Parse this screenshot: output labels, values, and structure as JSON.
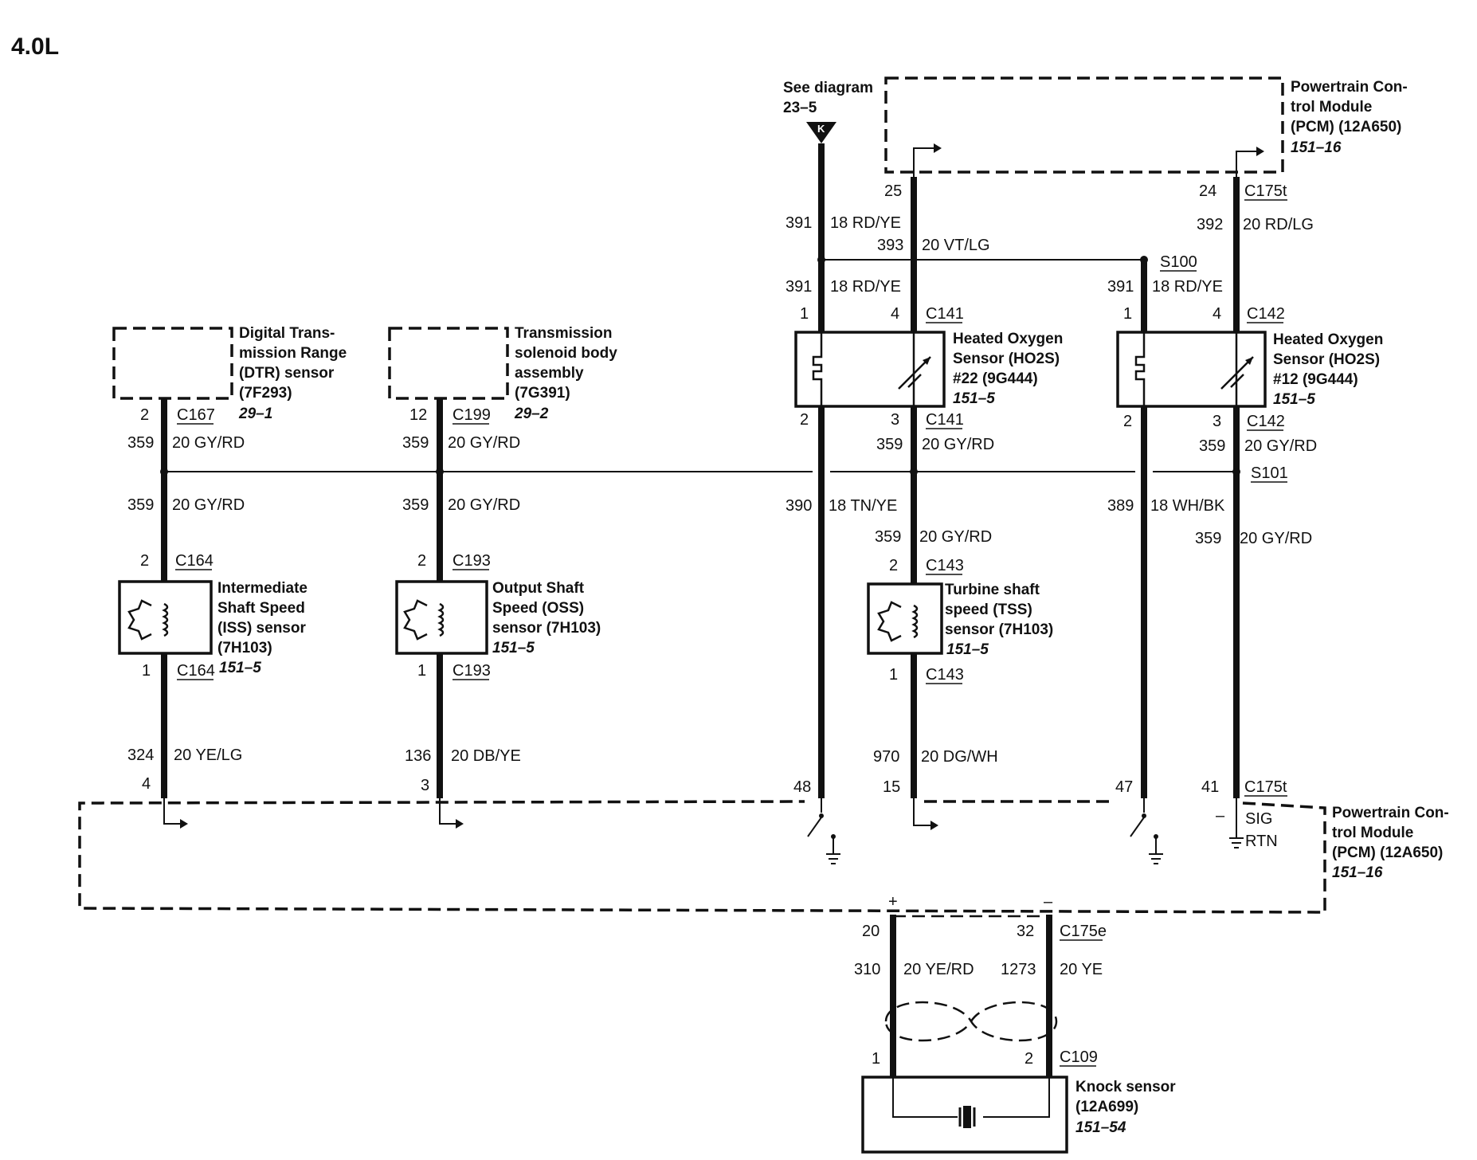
{
  "title": "4.0L",
  "see_diagram": {
    "line1": "See diagram",
    "line2": "23–5",
    "marker": "K"
  },
  "pcm_top": {
    "l1": "Powertrain Con-",
    "l2": "trol Module",
    "l3": "(PCM) (12A650)",
    "ref": "151–16"
  },
  "pcm_bottom": {
    "l1": "Powertrain Con-",
    "l2": "trol Module",
    "l3": "(PCM) (12A650)",
    "ref": "151–16",
    "sig": "SIG",
    "rtn": "RTN",
    "minus": "–"
  },
  "dtr": {
    "l1": "Digital Trans-",
    "l2": "mission Range",
    "l3": "(DTR) sensor",
    "l4": "(7F293)",
    "ref": "29–1",
    "pin": "2",
    "conn": "C167"
  },
  "tsb": {
    "l1": "Transmission",
    "l2": "solenoid body",
    "l3": "assembly",
    "l4": "(7G391)",
    "ref": "29–2",
    "pin": "12",
    "conn": "C199"
  },
  "iss": {
    "l1": "Intermediate",
    "l2": "Shaft Speed",
    "l3": "(ISS) sensor",
    "l4": "(7H103)",
    "ref": "151–5",
    "pin_top": "2",
    "conn_top": "C164",
    "pin_bot": "1",
    "conn_bot": "C164"
  },
  "oss": {
    "l1": "Output Shaft",
    "l2": "Speed (OSS)",
    "l3": "sensor (7H103)",
    "ref": "151–5",
    "pin_top": "2",
    "conn_top": "C193",
    "pin_bot": "1",
    "conn_bot": "C193"
  },
  "tss": {
    "l1": "Turbine shaft",
    "l2": "speed (TSS)",
    "l3": "sensor (7H103)",
    "ref": "151–5",
    "pin_top": "2",
    "conn_top": "C143",
    "pin_bot": "1",
    "conn_bot": "C143"
  },
  "ho2s22": {
    "l1": "Heated Oxygen",
    "l2": "Sensor (HO2S)",
    "l3": "#22 (9G444)",
    "ref": "151–5",
    "pin1": "1",
    "pin4": "4",
    "conn_top": "C141",
    "pin2": "2",
    "pin3": "3",
    "conn_bot": "C141"
  },
  "ho2s12": {
    "l1": "Heated Oxygen",
    "l2": "Sensor (HO2S)",
    "l3": "#12 (9G444)",
    "ref": "151–5",
    "pin1": "1",
    "pin4": "4",
    "conn_top": "C142",
    "pin2": "2",
    "pin3": "3",
    "conn_bot": "C142"
  },
  "knock": {
    "l1": "Knock sensor",
    "l2": "(12A699)",
    "ref": "151–54",
    "pin1": "1",
    "pin2": "2",
    "conn": "C109"
  },
  "splices": {
    "s100": "S100",
    "s101": "S101"
  },
  "connectors": {
    "c175t": "C175t",
    "c175e": "C175e"
  },
  "pins": {
    "p25": "25",
    "p24": "24",
    "p48": "48",
    "p15": "15",
    "p47": "47",
    "p41": "41",
    "p4": "4",
    "p3": "3",
    "p20": "20",
    "p32": "32",
    "plus": "+",
    "minus": "–"
  },
  "wires": {
    "w391_top": {
      "circuit": "391",
      "label": "18 RD/YE"
    },
    "w393": {
      "circuit": "393",
      "label": "20 VT/LG"
    },
    "w392": {
      "circuit": "392",
      "label": "20 RD/LG"
    },
    "w391_a": {
      "circuit": "391",
      "label": "18 RD/YE"
    },
    "w391_b": {
      "circuit": "391",
      "label": "18 RD/YE"
    },
    "w359_dtr": {
      "circuit": "359",
      "label": "20 GY/RD"
    },
    "w359_tsb": {
      "circuit": "359",
      "label": "20 GY/RD"
    },
    "w359_iss": {
      "circuit": "359",
      "label": "20 GY/RD"
    },
    "w359_oss": {
      "circuit": "359",
      "label": "20 GY/RD"
    },
    "w359_h22": {
      "circuit": "359",
      "label": "20 GY/RD"
    },
    "w359_h12": {
      "circuit": "359",
      "label": "20 GY/RD"
    },
    "w359_tss": {
      "circuit": "359",
      "label": "20 GY/RD"
    },
    "w359_r": {
      "circuit": "359",
      "label": "20 GY/RD"
    },
    "w390": {
      "circuit": "390",
      "label": "18 TN/YE"
    },
    "w389": {
      "circuit": "389",
      "label": "18 WH/BK"
    },
    "w324": {
      "circuit": "324",
      "label": "20 YE/LG"
    },
    "w136": {
      "circuit": "136",
      "label": "20 DB/YE"
    },
    "w970": {
      "circuit": "970",
      "label": "20 DG/WH"
    },
    "w310": {
      "circuit": "310",
      "label": "20 YE/RD"
    },
    "w1273": {
      "circuit": "1273",
      "label": "20 YE"
    }
  }
}
